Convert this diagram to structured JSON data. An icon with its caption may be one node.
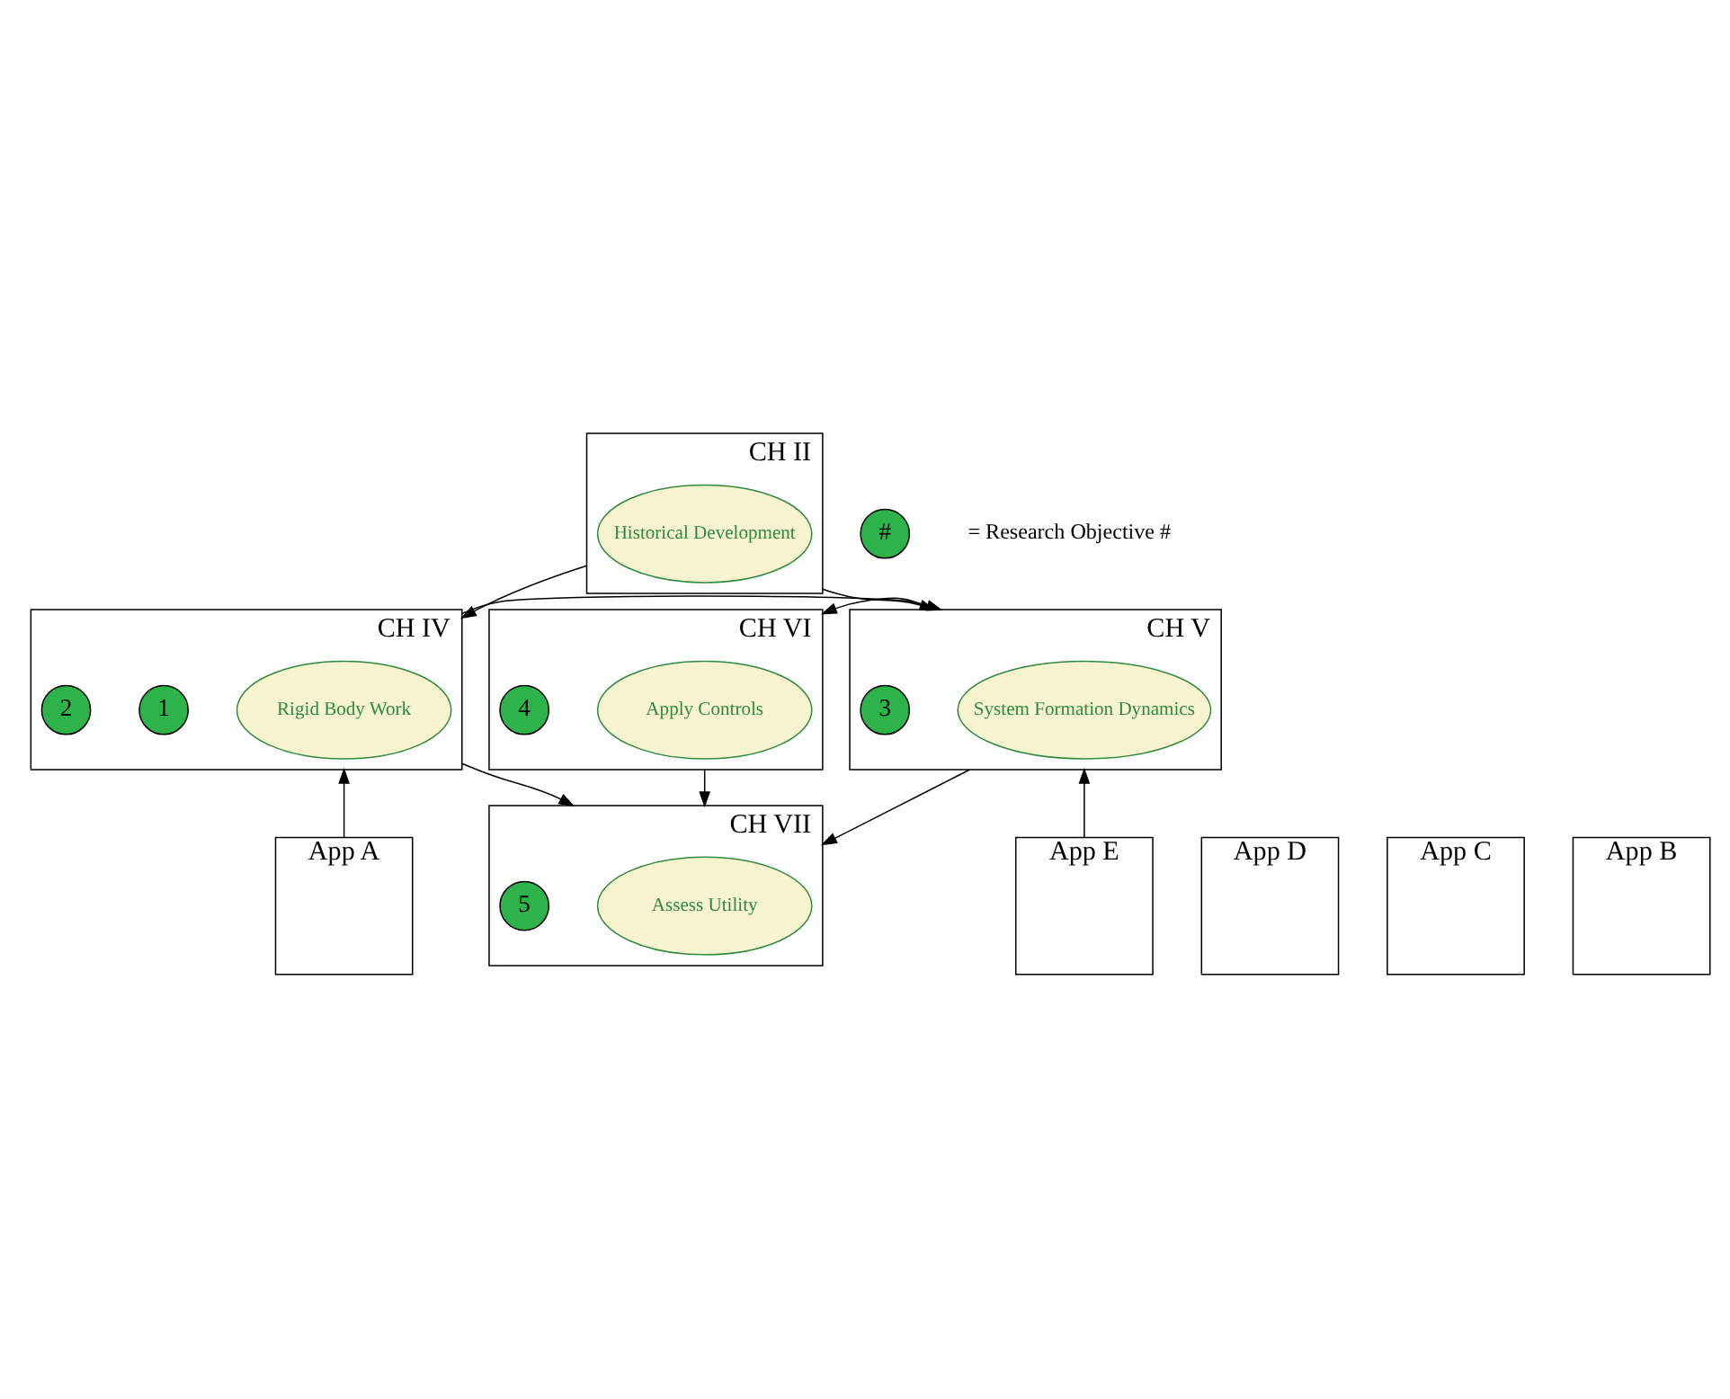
{
  "diagram": {
    "nodes": [
      {
        "text": [
          "CH II"
        ]
      },
      {
        "text": [
          "Historical Development"
        ],
        "in": 0
      },
      {
        "text": [
          "CH IV"
        ]
      },
      {
        "text": [
          "Rigid Body Work"
        ],
        "in": 2
      },
      {
        "text": [
          "1"
        ],
        "in": 2
      },
      {
        "text": [
          "2"
        ],
        "in": 2
      },
      {
        "text": [
          "CH V"
        ]
      },
      {
        "text": [
          "System Formation Dynamics"
        ],
        "in": 6
      },
      {
        "text": [
          "3"
        ],
        "in": 6
      },
      {
        "text": [
          "CH VI"
        ]
      },
      {
        "text": [
          "Apply Controls"
        ],
        "in": 9
      },
      {
        "text": [
          "4"
        ],
        "in": 9
      },
      {
        "text": [
          "CH VII"
        ]
      },
      {
        "text": [
          "Assess Utility"
        ],
        "in": 12
      },
      {
        "text": [
          "5"
        ],
        "in": 12
      },
      {
        "text": [
          "App A"
        ]
      },
      {
        "text": [
          "App E"
        ]
      },
      {
        "text": [
          "App D"
        ]
      },
      {
        "text": [
          "App C"
        ]
      },
      {
        "text": [
          "App B"
        ]
      },
      {
        "text": [
          "#"
        ]
      }
    ],
    "edges": [
      {
        "from": 0,
        "to": 2,
        "arrow": "to"
      },
      {
        "from": 0,
        "to": 6,
        "arrow": "to"
      },
      {
        "from": 2,
        "to": 6,
        "arrow": "to"
      },
      {
        "from": 2,
        "to": 12,
        "arrow": "to"
      },
      {
        "from": 6,
        "to": 9,
        "arrow": "to"
      },
      {
        "from": 6,
        "to": 12,
        "arrow": "to"
      },
      {
        "from": 9,
        "to": 12,
        "arrow": "to"
      },
      {
        "from": 15,
        "to": 2,
        "arrow": "to"
      },
      {
        "from": 16,
        "to": 6,
        "arrow": "to"
      }
    ],
    "labels": [
      "= Research Objective #"
    ]
  }
}
